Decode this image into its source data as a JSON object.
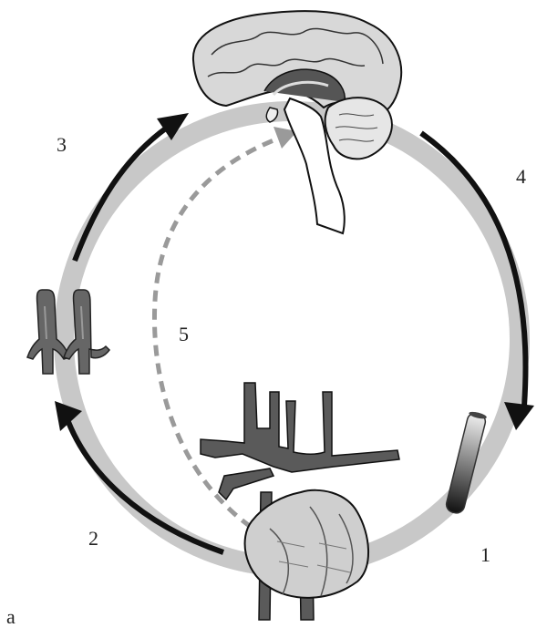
{
  "labels": {
    "step_1": "1",
    "step_2": "2",
    "step_3": "3",
    "step_4": "4",
    "step_5": "5",
    "panel_letter": "a"
  },
  "icons": [
    "brain-icon",
    "heart-icon",
    "carotid-artery-icon",
    "gradient-tube-icon"
  ],
  "colors": {
    "ring": "#c8c8c8",
    "solid_arrow": "#111111",
    "dashed_arrow": "#9a9a9a",
    "vessel": "#5a5a5a",
    "brain_fill": "#d8d8d8",
    "heart_fill": "#cfcfcf"
  }
}
